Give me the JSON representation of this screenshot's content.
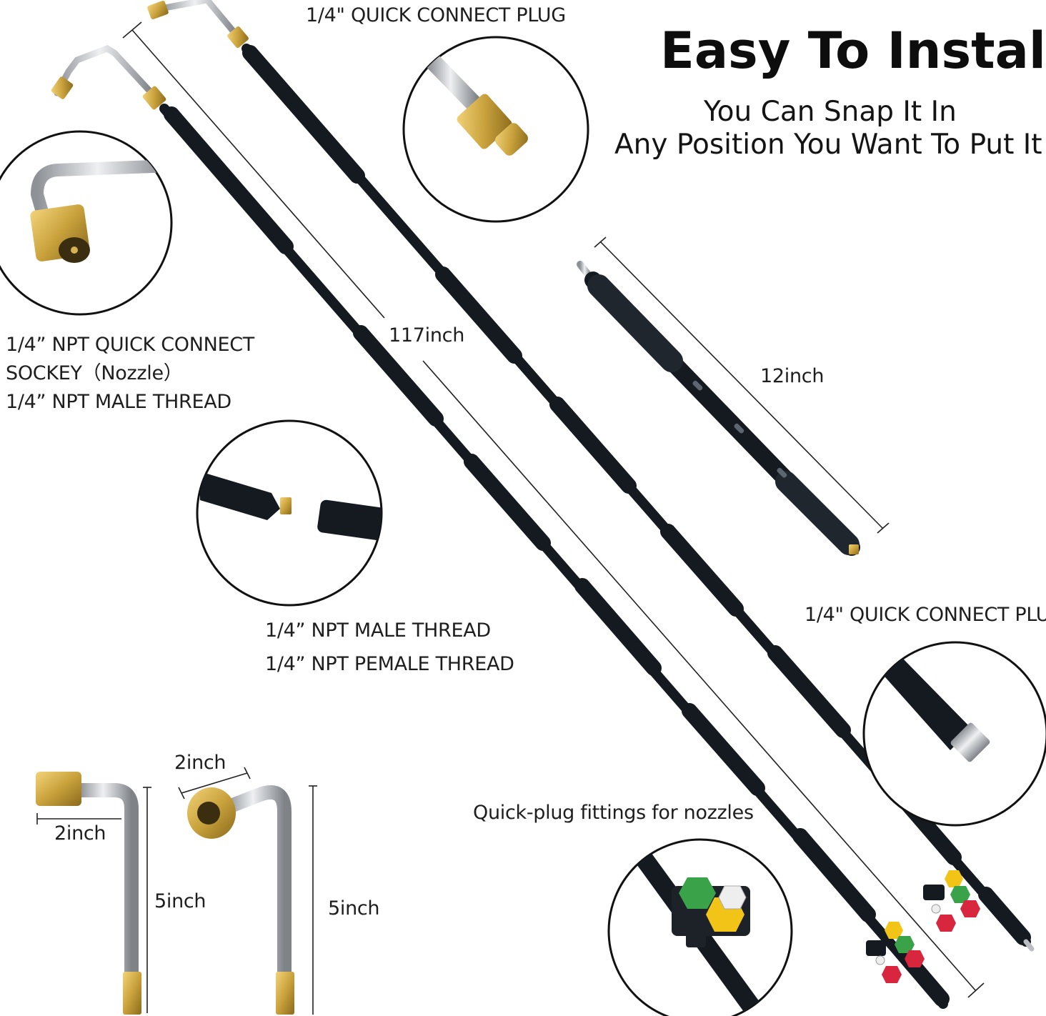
{
  "heading": {
    "title": "Easy To Install",
    "line1": "You Can Snap It In",
    "line2": "Any Position You Want To Put It"
  },
  "labels": {
    "plug_top": "1/4\" QUICK CONNECT PLUG",
    "socket_line1": "1/4”   NPT QUICK CONNECT",
    "socket_line2": "SOCKEY（Nozzle）",
    "male_thread_top": "1/4”   NPT MALE THREAD",
    "length_long": "117inch",
    "length_short": "12inch",
    "male_thread_mid": "1/4”   NPT MALE THREAD",
    "female_thread_mid": "1/4”   NPT PEMALE THREAD",
    "plug_right": "1/4\" QUICK CONNECT PLU",
    "nozzle_fittings": "Quick-plug fittings for nozzles",
    "bend1_width": "2inch",
    "bend1_height": "5inch",
    "bend2_width": "2inch",
    "bend2_height": "5inch"
  },
  "colors": {
    "wand": "#151a20",
    "brass": "#c9a23c",
    "steel": "#b9bcc0",
    "nozzle_red": "#d7263d",
    "nozzle_green": "#3aa34a",
    "nozzle_yellow": "#f2c417",
    "nozzle_white": "#eeeeee"
  }
}
